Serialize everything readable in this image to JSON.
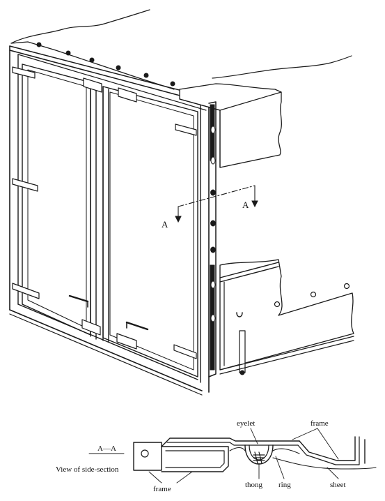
{
  "labels": {
    "section_marker_1": "A",
    "section_marker_2": "A",
    "section_title": "A—A",
    "section_caption": "View of side-section",
    "eyelet": "eyelet",
    "frame_top": "frame",
    "frame_bottom": "frame",
    "thong": "thong",
    "ring": "ring",
    "sheet": "sheet"
  },
  "colors": {
    "ink": "#1a1a1a",
    "paper": "#ffffff"
  }
}
